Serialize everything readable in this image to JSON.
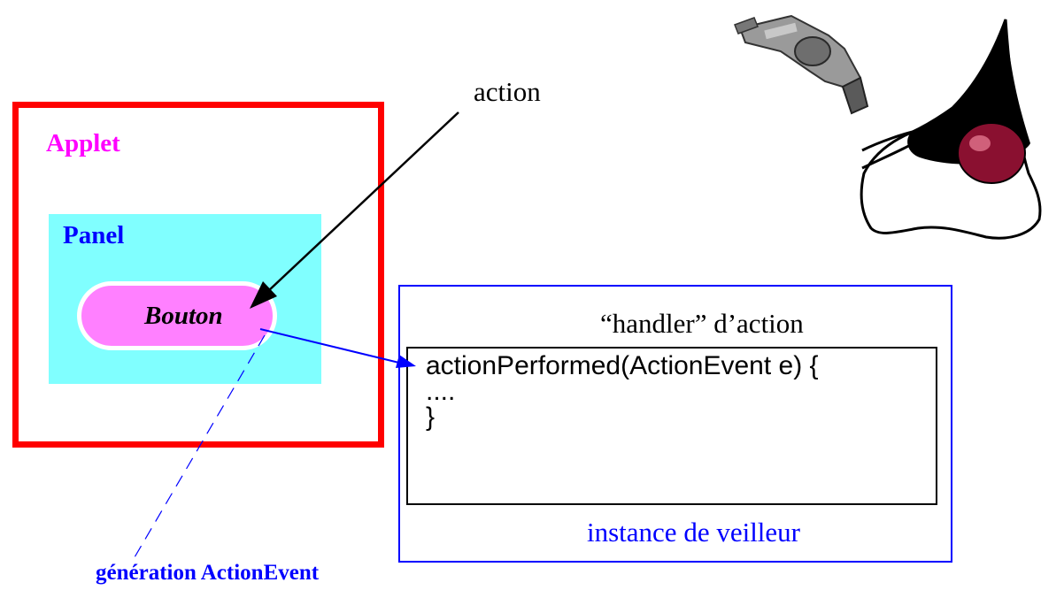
{
  "applet": {
    "label": "Applet",
    "color": "#ff00ff",
    "border_color": "#ff0000"
  },
  "panel": {
    "label": "Panel",
    "label_color": "#0000ff",
    "fill": "#80ffff"
  },
  "bouton": {
    "label": "Bouton",
    "fill": "#ff80ff"
  },
  "action": {
    "label": "action"
  },
  "listener": {
    "handler_title": "“handler” d’action",
    "code_line1": "actionPerformed(ActionEvent e) {",
    "code_line2": "....",
    "code_line3": "}",
    "instance_label": "instance de veilleur",
    "border_color": "#0000ff"
  },
  "event": {
    "label": "génération ActionEvent",
    "color": "#0000ff"
  },
  "mascot": {
    "icon": "java-duke-mascot-with-revolver-icon"
  }
}
